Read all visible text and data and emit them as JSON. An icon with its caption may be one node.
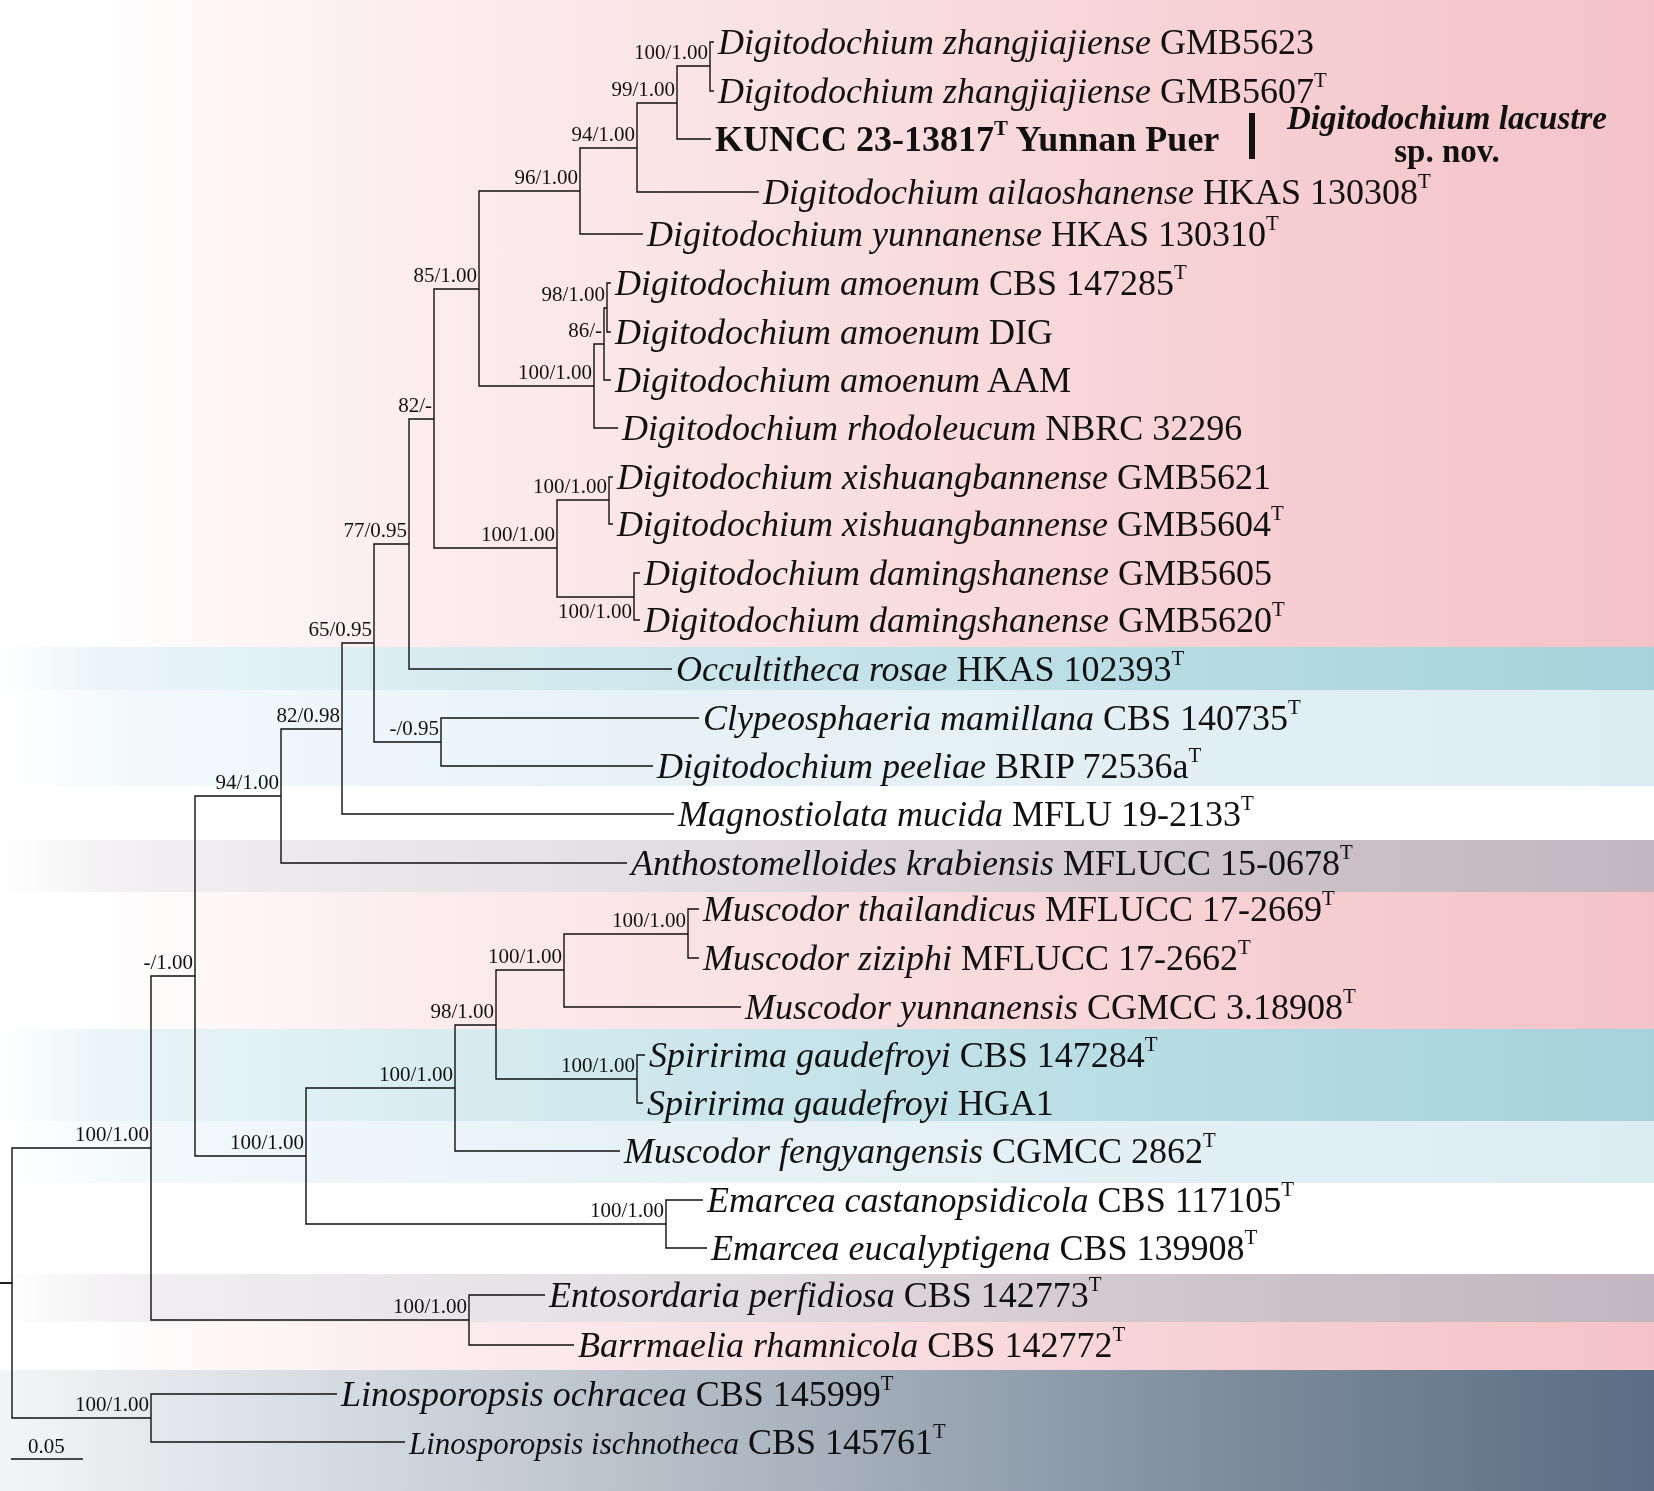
{
  "diagram": {
    "nodes": [
      {
        "text": [
          "*Digitodochium zhangjiajiense* GMB5623"
        ]
      },
      {
        "text": [
          "100/1.00"
        ]
      },
      {
        "text": [
          "99/1.00"
        ]
      },
      {
        "text": [
          "*Digitodochium zhangjiajiense* GMB5607$^{T}$"
        ]
      },
      {
        "text": [
          "94/1.00"
        ]
      },
      {
        "text": [
          "KUNCC 23-13817$^{T}$ Yunnan Puer"
        ]
      },
      {
        "text": [
          "96/1.00"
        ]
      },
      {
        "text": [
          "*Digitodochium ailaoshanense* HKAS 130308$^{T}$"
        ]
      },
      {
        "text": [
          "*Digitodochium yunnanense* HKAS 130310$^{T}$"
        ]
      },
      {
        "text": [
          "85/1.00"
        ]
      },
      {
        "text": [
          "*Digitodochium amoenum* CBS 147285$^{T}$"
        ]
      },
      {
        "text": [
          "98/1.00"
        ]
      },
      {
        "text": [
          "86/-"
        ]
      },
      {
        "text": [
          "*Digitodochium amoenum* DIG"
        ]
      },
      {
        "text": [
          "100/1.00"
        ]
      },
      {
        "text": [
          "*Digitodochium amoenum* AAM"
        ]
      },
      {
        "text": [
          "82/-"
        ]
      },
      {
        "text": [
          "*Digitodochium rhodoleucum* NBRC 32296"
        ]
      },
      {
        "text": [
          "*Digitodochium xishuangbannense* GMB5621"
        ]
      },
      {
        "text": [
          "100/1.00"
        ]
      },
      {
        "text": [
          "*Digitodochium xishuangbannense* GMB5604$^{T}$"
        ]
      },
      {
        "text": [
          "77/0.95"
        ]
      },
      {
        "text": [
          "100/1.00"
        ]
      },
      {
        "text": [
          "*Digitodochium damingshanense* GMB5605"
        ]
      },
      {
        "text": [
          "100/1.00"
        ]
      },
      {
        "text": [
          "*Digitodochium damingshanense* GMB5620$^{T}$"
        ]
      },
      {
        "text": [
          "65/0.95"
        ]
      },
      {
        "text": [
          "*Occultitheca rosae* HKAS 102393$^{T}$"
        ]
      },
      {
        "text": [
          "82/0.98"
        ]
      },
      {
        "text": [
          "*Clypeosphaeria mamillana* CBS 140735$^{T}$"
        ]
      },
      {
        "text": [
          "-/0.95"
        ]
      },
      {
        "text": [
          "*Digitodochium peeliae* BRIP 72536a$^{T}$"
        ]
      },
      {
        "text": [
          "94/1.00"
        ]
      },
      {
        "text": [
          "*Magnostiolata mucida* MFLU 19-2133$^{T}$"
        ]
      },
      {
        "text": [
          "*Anthostomelloides krabiensis* MFLUCC 15-0678$^{T}$"
        ]
      },
      {
        "text": [
          "*Muscodor thailandicus* MFLUCC 17-2669$^{T}$"
        ]
      },
      {
        "text": [
          "100/1.00"
        ]
      },
      {
        "text": [
          "-/1.00"
        ]
      },
      {
        "text": [
          "100/1.00"
        ]
      },
      {
        "text": [
          "*Muscodor ziziphi* MFLUCC 17-2662$^{T}$"
        ]
      },
      {
        "text": [
          "*Muscodor yunnanensis* CGMCC 3.18908$^{T}$"
        ]
      },
      {
        "text": [
          "98/1.00"
        ]
      },
      {
        "text": [
          "*Spiririma gaudefroyi* CBS 147284$^{T}$"
        ]
      },
      {
        "text": [
          "100/1.00"
        ]
      },
      {
        "text": [
          "100/1.00"
        ]
      },
      {
        "text": [
          "*Spiririma gaudefroyi* HGA1"
        ]
      },
      {
        "text": [
          "100/1.00"
        ]
      },
      {
        "text": [
          "100/1.00"
        ]
      },
      {
        "text": [
          "*Muscodor fengyangensis* CGMCC 2862$^{T}$"
        ]
      },
      {
        "text": [
          "*Emarcea castanopsidicola* CBS 117105$^{T}$"
        ]
      },
      {
        "text": [
          "100/1.00"
        ]
      },
      {
        "text": [
          "*Emarcea eucalyptigena* CBS 139908$^{T}$"
        ]
      },
      {
        "text": [
          "*Entosordaria perfidiosa* CBS 142773$^{T}$"
        ]
      },
      {
        "text": [
          "100/1.00"
        ]
      },
      {
        "text": [
          "*Barrmaelia rhamnicola* CBS 142772$^{T}$"
        ]
      },
      {
        "text": [
          "*Linosporopsis ochracea* CBS 145999$^{T}$"
        ]
      },
      {
        "text": [
          "100/1.00"
        ]
      },
      {
        "text": [
          "*Linosporopsis ischnotheca* CBS 145761$^{T}$"
        ]
      }
    ],
    "edges": [
      {
        "from": null,
        "to": 46,
        "arrow": "none"
      },
      {
        "from": null,
        "to": 56,
        "arrow": "none"
      },
      {
        "from": 46,
        "to": 37,
        "arrow": "none"
      },
      {
        "from": 46,
        "to": 53,
        "arrow": "none"
      },
      {
        "from": 37,
        "to": 32,
        "arrow": "none"
      },
      {
        "from": 37,
        "to": 47,
        "arrow": "none"
      },
      {
        "from": 32,
        "to": 28,
        "arrow": "none"
      },
      {
        "from": 32,
        "to": 34,
        "arrow": "none"
      },
      {
        "from": 28,
        "to": 26,
        "arrow": "none"
      },
      {
        "from": 28,
        "to": 33,
        "arrow": "none"
      },
      {
        "from": 26,
        "to": 21,
        "arrow": "none"
      },
      {
        "from": 26,
        "to": 30,
        "arrow": "none"
      },
      {
        "from": 21,
        "to": 16,
        "arrow": "none"
      },
      {
        "from": 21,
        "to": 27,
        "arrow": "none"
      },
      {
        "from": 16,
        "to": 9,
        "arrow": "none"
      },
      {
        "from": 16,
        "to": 22,
        "arrow": "none"
      },
      {
        "from": 9,
        "to": 6,
        "arrow": "none"
      },
      {
        "from": 9,
        "to": 14,
        "arrow": "none"
      },
      {
        "from": 6,
        "to": 4,
        "arrow": "none"
      },
      {
        "from": 6,
        "to": 8,
        "arrow": "none"
      },
      {
        "from": 4,
        "to": 2,
        "arrow": "none"
      },
      {
        "from": 4,
        "to": 7,
        "arrow": "none"
      },
      {
        "from": 2,
        "to": 1,
        "arrow": "none"
      },
      {
        "from": 2,
        "to": 5,
        "arrow": "none"
      },
      {
        "from": 1,
        "to": 0,
        "arrow": "none"
      },
      {
        "from": 1,
        "to": 3,
        "arrow": "none"
      },
      {
        "from": 14,
        "to": 12,
        "arrow": "none"
      },
      {
        "from": 14,
        "to": 17,
        "arrow": "none"
      },
      {
        "from": 12,
        "to": 11,
        "arrow": "none"
      },
      {
        "from": 12,
        "to": 15,
        "arrow": "none"
      },
      {
        "from": 11,
        "to": 10,
        "arrow": "none"
      },
      {
        "from": 11,
        "to": 13,
        "arrow": "none"
      },
      {
        "from": 22,
        "to": 19,
        "arrow": "none"
      },
      {
        "from": 22,
        "to": 24,
        "arrow": "none"
      },
      {
        "from": 19,
        "to": 18,
        "arrow": "none"
      },
      {
        "from": 19,
        "to": 20,
        "arrow": "none"
      },
      {
        "from": 24,
        "to": 23,
        "arrow": "none"
      },
      {
        "from": 24,
        "to": 25,
        "arrow": "none"
      },
      {
        "from": 30,
        "to": 29,
        "arrow": "none"
      },
      {
        "from": 30,
        "to": 31,
        "arrow": "none"
      },
      {
        "from": 47,
        "to": 44,
        "arrow": "none"
      },
      {
        "from": 47,
        "to": 50,
        "arrow": "none"
      },
      {
        "from": 44,
        "to": 41,
        "arrow": "none"
      },
      {
        "from": 44,
        "to": 48,
        "arrow": "none"
      },
      {
        "from": 41,
        "to": 38,
        "arrow": "none"
      },
      {
        "from": 41,
        "to": 43,
        "arrow": "none"
      },
      {
        "from": 38,
        "to": 36,
        "arrow": "none"
      },
      {
        "from": 38,
        "to": 40,
        "arrow": "none"
      },
      {
        "from": 36,
        "to": 35,
        "arrow": "none"
      },
      {
        "from": 36,
        "to": 39,
        "arrow": "none"
      },
      {
        "from": 43,
        "to": 42,
        "arrow": "none"
      },
      {
        "from": 43,
        "to": 45,
        "arrow": "none"
      },
      {
        "from": 50,
        "to": 49,
        "arrow": "none"
      },
      {
        "from": 50,
        "to": 51,
        "arrow": "none"
      },
      {
        "from": 53,
        "to": 52,
        "arrow": "none"
      },
      {
        "from": 53,
        "to": 54,
        "arrow": "none"
      },
      {
        "from": 56,
        "to": 55,
        "arrow": "none"
      },
      {
        "from": 56,
        "to": 57,
        "arrow": "none"
      }
    ],
    "labels": [
      "*Digitodochium lacustre* sp. nov.",
      "0.05"
    ]
  }
}
